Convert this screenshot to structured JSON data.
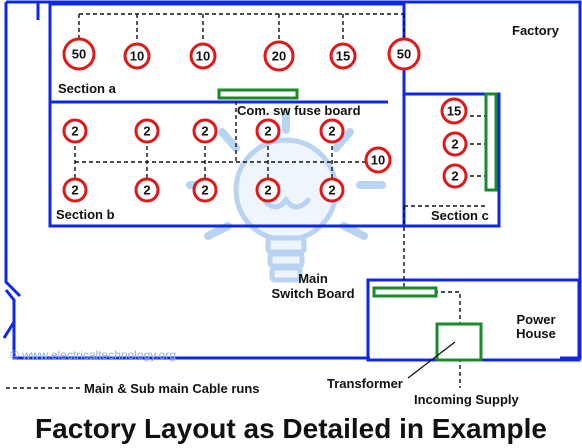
{
  "colors": {
    "walls": "#1028e6",
    "loads": "#e01818",
    "boards": "#1a8a2a",
    "cables": "#111111",
    "watermark": "#8fb0e4"
  },
  "labels": {
    "factory": "Factory",
    "section_a": "Section a",
    "section_b": "Section b",
    "section_c": "Section c",
    "com_board": "Com. sw fuse board",
    "main_switch_line1": "Main",
    "main_switch_line2": "Switch Board",
    "power_house_line1": "Power",
    "power_house_line2": "House",
    "watermark": "© www.electricaltechnology.org",
    "legend": "Main & Sub main Cable runs",
    "transformer": "Transformer",
    "incoming_supply": "Incoming Supply",
    "title": "Factory Layout as Detailed in Example"
  },
  "loads": {
    "section_a": [
      "50",
      "10",
      "10",
      "20",
      "15",
      "50"
    ],
    "section_b_top": [
      "2",
      "2",
      "2",
      "2",
      "2"
    ],
    "section_b_bottom": [
      "2",
      "2",
      "2",
      "2",
      "2"
    ],
    "section_b_extra": "10",
    "section_c": [
      "15",
      "2",
      "2"
    ]
  },
  "icons": [
    "bulb-watermark-icon"
  ]
}
